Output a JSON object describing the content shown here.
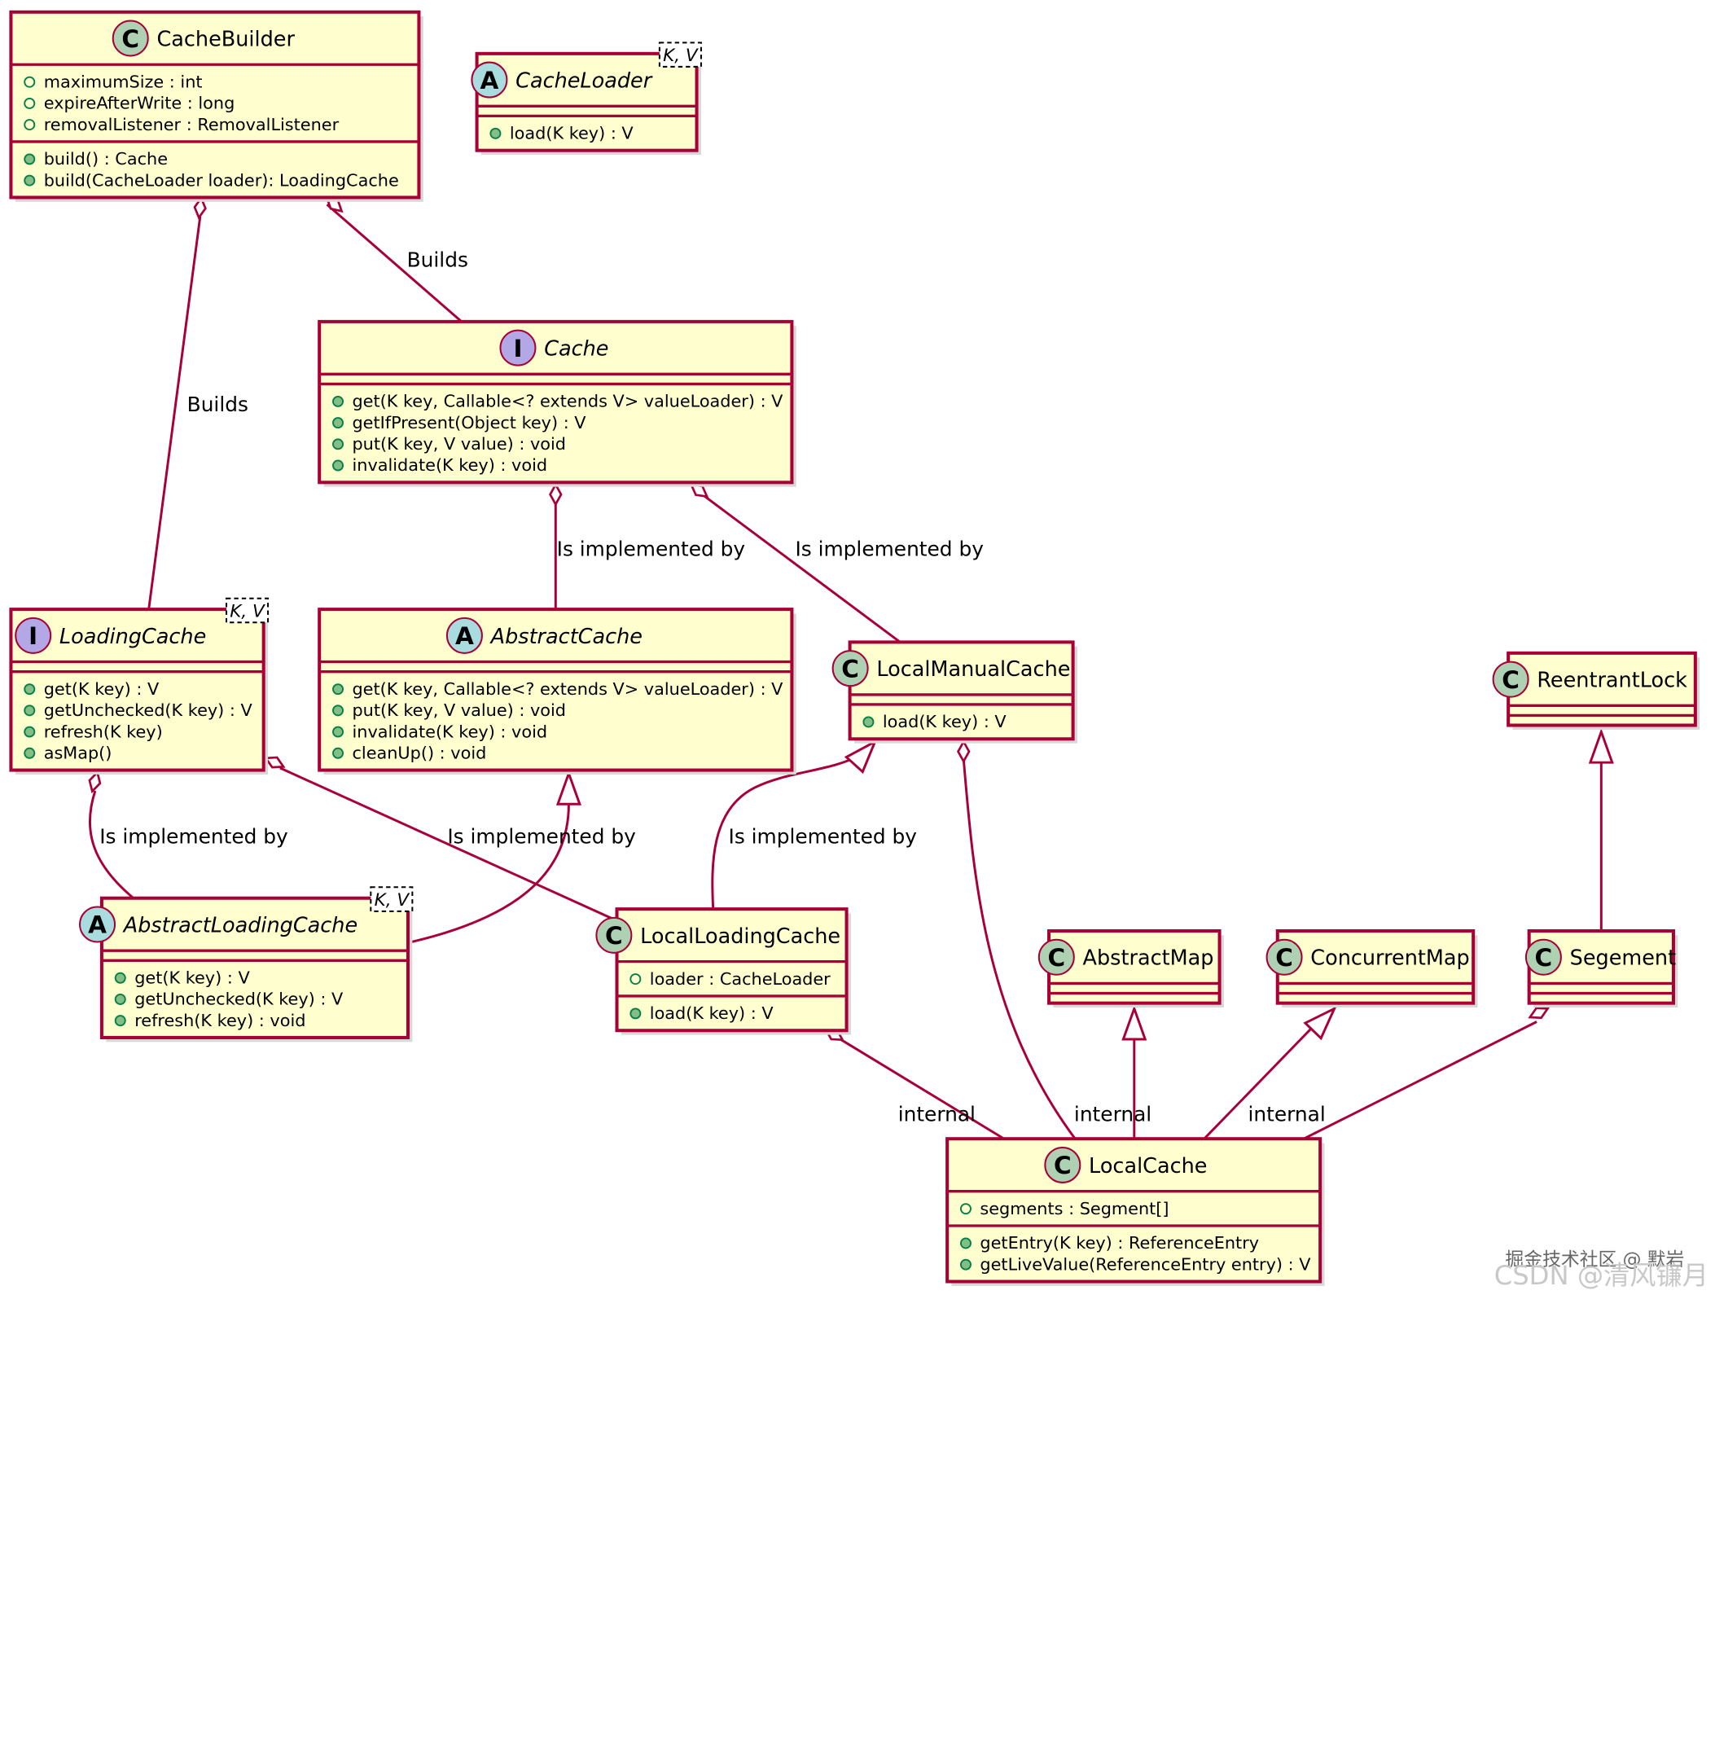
{
  "classes": {
    "cache_builder": {
      "stereotype": "C",
      "name": "CacheBuilder",
      "fields": [
        "maximumSize : int",
        "expireAfterWrite : long",
        "removalListener : RemovalListener"
      ],
      "methods": [
        "build() : Cache",
        "build(CacheLoader loader): LoadingCache"
      ]
    },
    "cache_loader": {
      "stereotype": "A",
      "name": "CacheLoader",
      "generic": "K, V",
      "methods": [
        "load(K key) : V"
      ]
    },
    "cache": {
      "stereotype": "I",
      "name": "Cache",
      "methods": [
        "get(K key, Callable<? extends V> valueLoader) : V",
        "getIfPresent(Object key) : V",
        "put(K key, V value) : void",
        "invalidate(K key) : void"
      ]
    },
    "loading_cache": {
      "stereotype": "I",
      "name": "LoadingCache",
      "generic": "K, V",
      "methods": [
        "get(K key) : V",
        "getUnchecked(K key) : V",
        "refresh(K key)",
        "asMap()"
      ]
    },
    "abstract_cache": {
      "stereotype": "A",
      "name": "AbstractCache",
      "methods": [
        "get(K key, Callable<? extends V> valueLoader) : V",
        "put(K key, V value) : void",
        "invalidate(K key) : void",
        "cleanUp() : void"
      ]
    },
    "local_manual_cache": {
      "stereotype": "C",
      "name": "LocalManualCache",
      "methods": [
        "load(K key) : V"
      ]
    },
    "reentrant_lock": {
      "stereotype": "C",
      "name": "ReentrantLock"
    },
    "abstract_loading_cache": {
      "stereotype": "A",
      "name": "AbstractLoadingCache",
      "generic": "K, V",
      "methods": [
        "get(K key) : V",
        "getUnchecked(K key) : V",
        "refresh(K key) : void"
      ]
    },
    "local_loading_cache": {
      "stereotype": "C",
      "name": "LocalLoadingCache",
      "fields": [
        "loader : CacheLoader"
      ],
      "methods": [
        "load(K key) : V"
      ]
    },
    "abstract_map": {
      "stereotype": "C",
      "name": "AbstractMap"
    },
    "concurrent_map": {
      "stereotype": "C",
      "name": "ConcurrentMap"
    },
    "segement": {
      "stereotype": "C",
      "name": "Segement"
    },
    "local_cache": {
      "stereotype": "C",
      "name": "LocalCache",
      "fields": [
        "segments : Segment[]"
      ],
      "methods": [
        "getEntry(K key) : ReferenceEntry",
        "getLiveValue(ReferenceEntry entry) : V"
      ]
    }
  },
  "edge_labels": {
    "builds_cache": "Builds",
    "builds_loading": "Builds",
    "cache_to_abstract": "Is implemented by",
    "cache_to_manual": "Is implemented by",
    "loading_to_abstract_loading": "Is implemented by",
    "loading_to_local_loading": "Is implemented by",
    "manual_to_local_loading": "Is implemented by",
    "internal_1": "internal",
    "internal_2": "internal",
    "internal_3": "internal"
  },
  "stereotype_colors": {
    "C": "#ADD1B2",
    "A": "#A9DCDF",
    "I": "#B4A7E5"
  },
  "watermark": {
    "line1": "掘金技术社区 @ 默岩",
    "line2": "CSDN @清风镰月"
  }
}
